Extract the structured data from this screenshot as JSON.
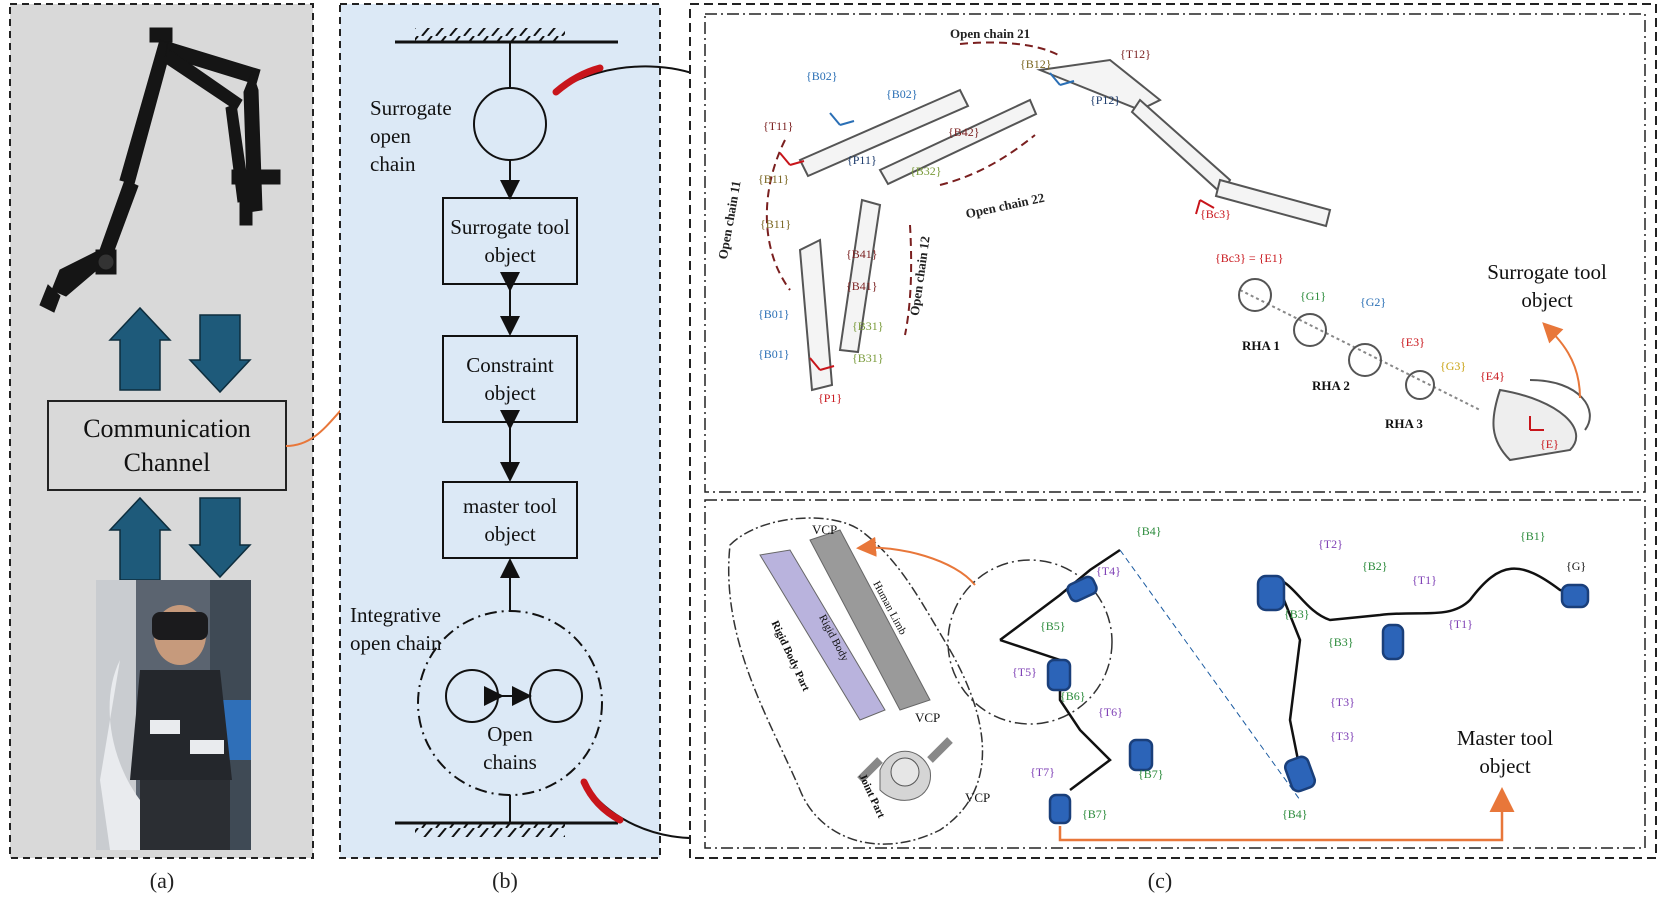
{
  "panel_a": {
    "caption": "(a)",
    "communication_label": "Communication Channel",
    "colors": {
      "background": "#d9d9d9",
      "arrow": "#1e5a7a"
    }
  },
  "panel_b": {
    "caption": "(b)",
    "surrogate_open_chain_label": "Surrogate open chain",
    "surrogate_tool_object": "Surrogate tool object",
    "constraint_object": "Constraint object",
    "master_tool_object": "master tool object",
    "integrative_open_chain_label": "Integrative open chain",
    "open_chains_label": "Open chains",
    "colors": {
      "background": "#dce9f6"
    }
  },
  "panel_c": {
    "caption": "(c)",
    "surrogate_tool_object": "Surrogate tool object",
    "master_tool_object": "Master tool object",
    "open_chain_labels": [
      "Open chain 21",
      "Open chain 11",
      "Open chain 22",
      "Open chain 12"
    ],
    "rha_labels": [
      "RHA 1",
      "RHA 2",
      "RHA 3"
    ],
    "vcp_labels": [
      "VCP",
      "VCP",
      "VCP"
    ],
    "inset_labels": [
      "Rigid Body Part",
      "Rigid Body",
      "Human Limb",
      "Joint Part"
    ],
    "colors": {
      "accent_orange": "#e8773a",
      "accent_red": "#c8151b"
    }
  }
}
